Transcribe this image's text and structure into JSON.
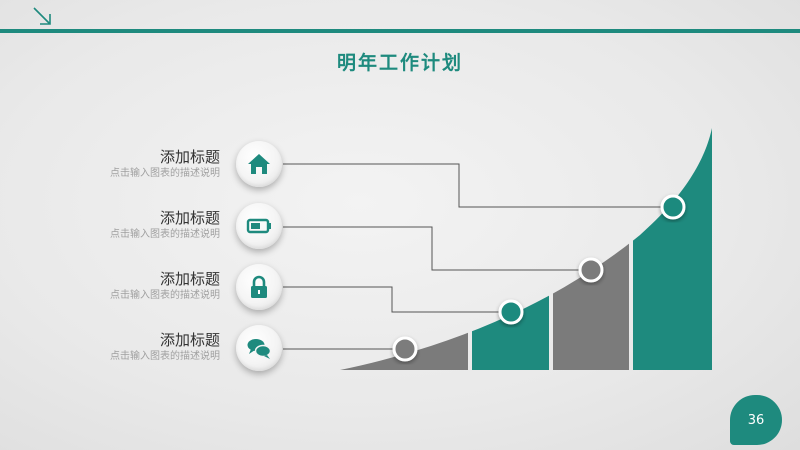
{
  "slide": {
    "title": "明年工作计划",
    "page_number": "36"
  },
  "colors": {
    "accent": "#1e8a7e",
    "gray_bar": "#7b7b7b",
    "dot": "#808080",
    "line": "#555555"
  },
  "items": [
    {
      "title": "添加标题",
      "desc": "点击输入图表的描述说明",
      "icon": "home-icon"
    },
    {
      "title": "添加标题",
      "desc": "点击输入图表的描述说明",
      "icon": "battery-icon"
    },
    {
      "title": "添加标题",
      "desc": "点击输入图表的描述说明",
      "icon": "lock-icon"
    },
    {
      "title": "添加标题",
      "desc": "点击输入图表的描述说明",
      "icon": "chat-bubbles-icon"
    }
  ]
}
